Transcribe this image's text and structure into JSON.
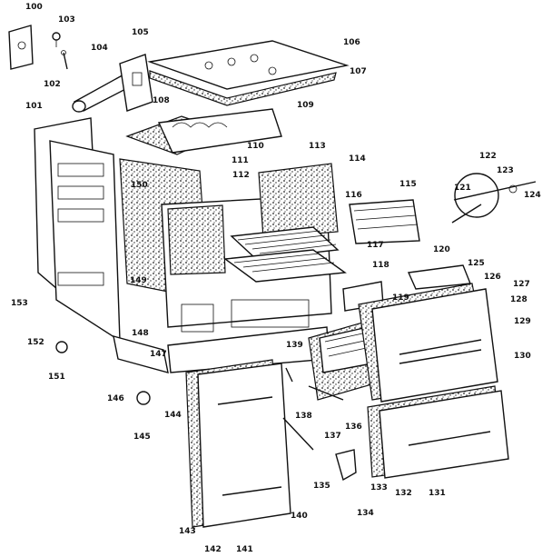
{
  "diagram": {
    "labels": [
      {
        "id": "100",
        "text": "100"
      },
      {
        "id": "103",
        "text": "103"
      },
      {
        "id": "101",
        "text": "101"
      },
      {
        "id": "102",
        "text": "102"
      },
      {
        "id": "104",
        "text": "104"
      },
      {
        "id": "105",
        "text": "105"
      },
      {
        "id": "106",
        "text": "106"
      },
      {
        "id": "107",
        "text": "107"
      },
      {
        "id": "108",
        "text": "108"
      },
      {
        "id": "109",
        "text": "109"
      },
      {
        "id": "110",
        "text": "110"
      },
      {
        "id": "111",
        "text": "111"
      },
      {
        "id": "112",
        "text": "112"
      },
      {
        "id": "113",
        "text": "113"
      },
      {
        "id": "114",
        "text": "114"
      },
      {
        "id": "115",
        "text": "115"
      },
      {
        "id": "116",
        "text": "116"
      },
      {
        "id": "117",
        "text": "117"
      },
      {
        "id": "118",
        "text": "118"
      },
      {
        "id": "119",
        "text": "119"
      },
      {
        "id": "120",
        "text": "120"
      },
      {
        "id": "121",
        "text": "121"
      },
      {
        "id": "122",
        "text": "122"
      },
      {
        "id": "123",
        "text": "123"
      },
      {
        "id": "124",
        "text": "124"
      },
      {
        "id": "125",
        "text": "125"
      },
      {
        "id": "126",
        "text": "126"
      },
      {
        "id": "127",
        "text": "127"
      },
      {
        "id": "128",
        "text": "128"
      },
      {
        "id": "129",
        "text": "129"
      },
      {
        "id": "130",
        "text": "130"
      },
      {
        "id": "131",
        "text": "131"
      },
      {
        "id": "132",
        "text": "132"
      },
      {
        "id": "133",
        "text": "133"
      },
      {
        "id": "134",
        "text": "134"
      },
      {
        "id": "135",
        "text": "135"
      },
      {
        "id": "136",
        "text": "136"
      },
      {
        "id": "137",
        "text": "137"
      },
      {
        "id": "138",
        "text": "138"
      },
      {
        "id": "139",
        "text": "139"
      },
      {
        "id": "140",
        "text": "140"
      },
      {
        "id": "141",
        "text": "141"
      },
      {
        "id": "142",
        "text": "142"
      },
      {
        "id": "143",
        "text": "143"
      },
      {
        "id": "144",
        "text": "144"
      },
      {
        "id": "145",
        "text": "145"
      },
      {
        "id": "146",
        "text": "146"
      },
      {
        "id": "147",
        "text": "147"
      },
      {
        "id": "148",
        "text": "148"
      },
      {
        "id": "149",
        "text": "149"
      },
      {
        "id": "150",
        "text": "150"
      },
      {
        "id": "151",
        "text": "151"
      },
      {
        "id": "152",
        "text": "152"
      },
      {
        "id": "153",
        "text": "153"
      }
    ]
  }
}
